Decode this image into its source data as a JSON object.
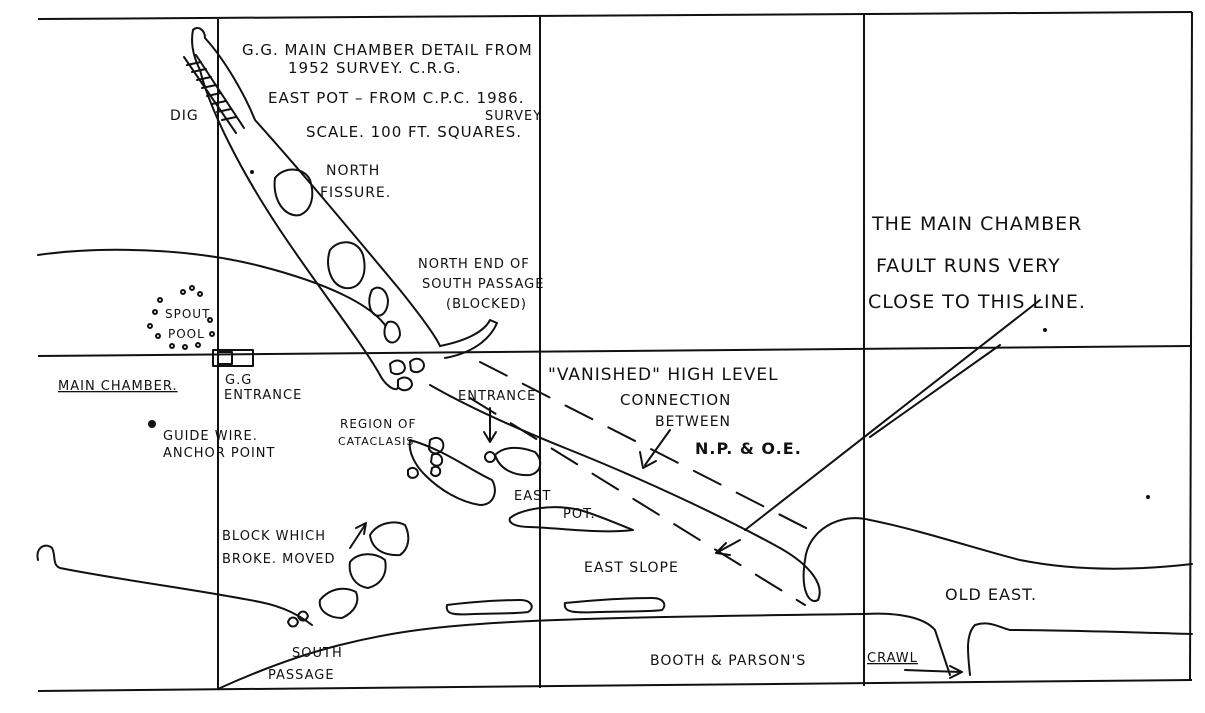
{
  "notes": {
    "line1": "G.G. MAIN CHAMBER DETAIL FROM",
    "line2": "1952 SURVEY. C.R.G.",
    "line3": "EAST POT – FROM C.P.C. 1986.",
    "line3b": "SURVEY",
    "line4": "SCALE. 100 FT. SQUARES."
  },
  "labels": {
    "dig": "DIG",
    "north_fissure_1": "NORTH",
    "north_fissure_2": "FISSURE.",
    "north_end_1": "NORTH END OF",
    "north_end_2": "SOUTH PASSAGE",
    "north_end_3": "(BLOCKED)",
    "spout_pool_1": "SPOUT",
    "spout_pool_2": "POOL",
    "main_chamber": "MAIN CHAMBER.",
    "gg_entrance_1": "G.G",
    "gg_entrance_2": "ENTRANCE",
    "guide_wire_1": "GUIDE WIRE.",
    "guide_wire_2": "ANCHOR POINT",
    "region_1": "REGION OF",
    "region_2": "CATACLASIS",
    "entrance": "ENTRANCE",
    "east_pot_1": "EAST",
    "east_pot_2": "POT.",
    "vanished_1": "\"VANISHED\" HIGH LEVEL",
    "vanished_2": "CONNECTION",
    "vanished_3": "BETWEEN",
    "vanished_4": "N.P. & O.E.",
    "block_1": "BLOCK WHICH",
    "block_2": "BROKE. MOVED",
    "east_slope": "EAST SLOPE",
    "south_passage_1": "SOUTH",
    "south_passage_2": "PASSAGE",
    "booth_parsons": "BOOTH & PARSON'S",
    "crawl": "CRAWL",
    "old_east": "OLD EAST.",
    "fault_1": "THE MAIN CHAMBER",
    "fault_2": "FAULT RUNS VERY",
    "fault_3": "CLOSE TO THIS LINE."
  },
  "colors": {
    "ink": "#111111",
    "paper": "#ffffff"
  }
}
